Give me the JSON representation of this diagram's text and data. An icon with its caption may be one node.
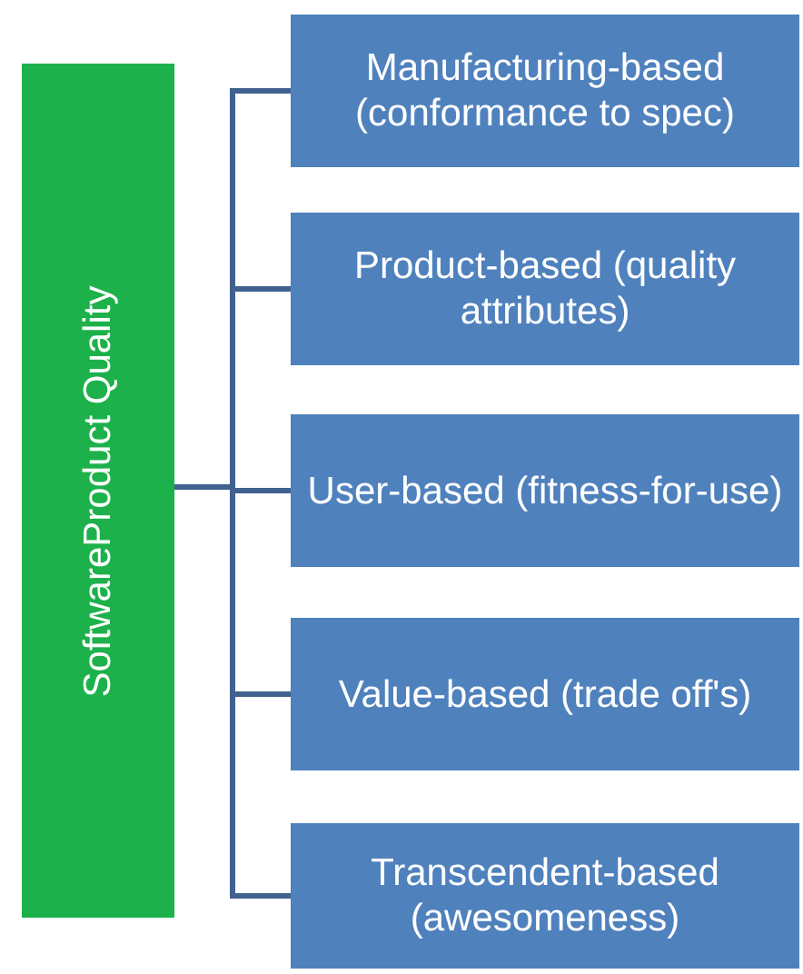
{
  "diagram": {
    "nodes": [
      {
        "text": [
          "SoftwareProduct Quality"
        ]
      },
      {
        "text": [
          "Manufacturing-based (conformance to spec)"
        ]
      },
      {
        "text": [
          "Product-based (quality attributes)"
        ]
      },
      {
        "text": [
          "User-based (fitness-for-use)"
        ]
      },
      {
        "text": [
          "Value-based (trade off's)"
        ]
      },
      {
        "text": [
          "Transcendent-based (awesomeness)"
        ]
      }
    ],
    "edges": [
      {
        "from": 0,
        "to": 1,
        "arrow": "none"
      },
      {
        "from": 0,
        "to": 2,
        "arrow": "none"
      },
      {
        "from": 0,
        "to": 3,
        "arrow": "none"
      },
      {
        "from": 0,
        "to": 4,
        "arrow": "none"
      },
      {
        "from": 0,
        "to": 5,
        "arrow": "none"
      }
    ]
  }
}
